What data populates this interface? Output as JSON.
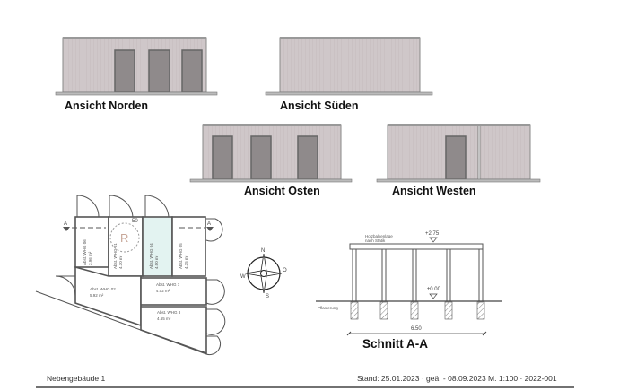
{
  "elevations": {
    "north": "Ansicht Norden",
    "south": "Ansicht Süden",
    "east": "Ansicht Osten",
    "west": "Ansicht Westen"
  },
  "plan": {
    "section_marker": "A",
    "dimension": "50",
    "symbol": "R",
    "rooms": [
      {
        "name": "Abst. WHG 06",
        "area": "3.96 m²"
      },
      {
        "name": "Abst. WHG 01",
        "area": "4.70 m²"
      },
      {
        "name": "Abst. WHG 04",
        "area": "4.00 m²"
      },
      {
        "name": "Abst. WHG 05",
        "area": "4.35 m²"
      },
      {
        "name": "Abst. WHG 02",
        "area": "5.92 m²"
      },
      {
        "name": "Abst. WHG 7",
        "area": "4.02 m²"
      },
      {
        "name": "Abst. WHG 8",
        "area": "4.65 m²"
      }
    ]
  },
  "compass": {
    "n": "N",
    "o": "O",
    "s": "S",
    "w": "W"
  },
  "section": {
    "title": "Schnitt A-A",
    "top_level": "+2.75",
    "zero_level": "±0.00",
    "beam_note_1": "Holzbalkenlage",
    "beam_note_2": "nach Statik",
    "paving": "Pflasterung",
    "width": "6.50"
  },
  "footer": {
    "left": "Nebengebäude 1",
    "right": "Stand: 25.01.2023 · geä. - 08.09.2023 M. 1:100 · 2022-001"
  },
  "colors": {
    "wall": "#ccc4c6",
    "door": "#8f8a8b",
    "highlight_room": "#e3f3f1"
  }
}
